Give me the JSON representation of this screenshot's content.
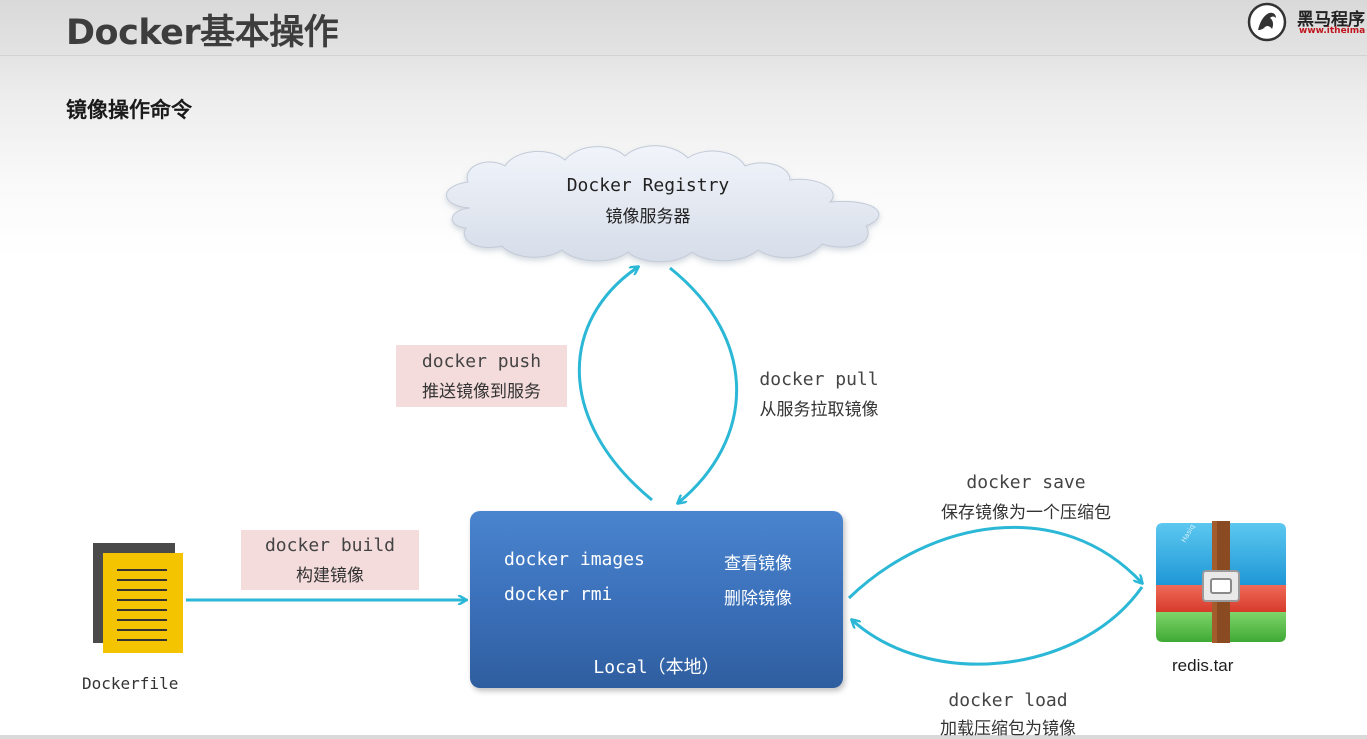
{
  "header": {
    "title": "Docker基本操作",
    "logo_name": "黑马程序",
    "logo_url": "www.itheima"
  },
  "section_title": "镜像操作命令",
  "registry": {
    "name": "Docker Registry",
    "subtitle": "镜像服务器"
  },
  "push": {
    "cmd": "docker push",
    "desc": "推送镜像到服务"
  },
  "pull": {
    "cmd": "docker pull",
    "desc": "从服务拉取镜像"
  },
  "build": {
    "cmd": "docker build",
    "desc": "构建镜像"
  },
  "save": {
    "cmd": "docker save",
    "desc": "保存镜像为一个压缩包"
  },
  "load": {
    "cmd": "docker load",
    "desc": "加载压缩包为镜像"
  },
  "local": {
    "rows": [
      {
        "cmd": "docker images",
        "desc": "查看镜像"
      },
      {
        "cmd": "docker rmi",
        "desc": "删除镜像"
      }
    ],
    "label": "Local（本地）"
  },
  "dockerfile_label": "Dockerfile",
  "archive_label": "redis.tar",
  "archive_strap_text": "Hasiq",
  "colors": {
    "arrow": "#2bb7d6",
    "local_box": "#3a6fb8",
    "label_bg": "#f5dcdc",
    "doc_yellow": "#f5c400",
    "archive_blue": "#2aa9e4",
    "archive_red": "#e24a3a",
    "archive_green": "#54b948"
  },
  "icons": [
    "logo-icon",
    "cloud-shape",
    "document-icon",
    "archive-icon"
  ]
}
